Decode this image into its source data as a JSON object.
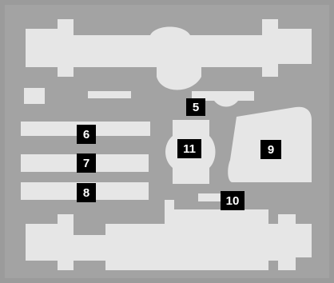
{
  "colors": {
    "background": "#9b9b9b",
    "cutout": "#e6e6e6",
    "badge": "#000000",
    "badge_text": "#ffffff"
  },
  "labels": {
    "n5": "5",
    "n6": "6",
    "n7": "7",
    "n8": "8",
    "n9": "9",
    "n10": "10",
    "n11": "11"
  }
}
